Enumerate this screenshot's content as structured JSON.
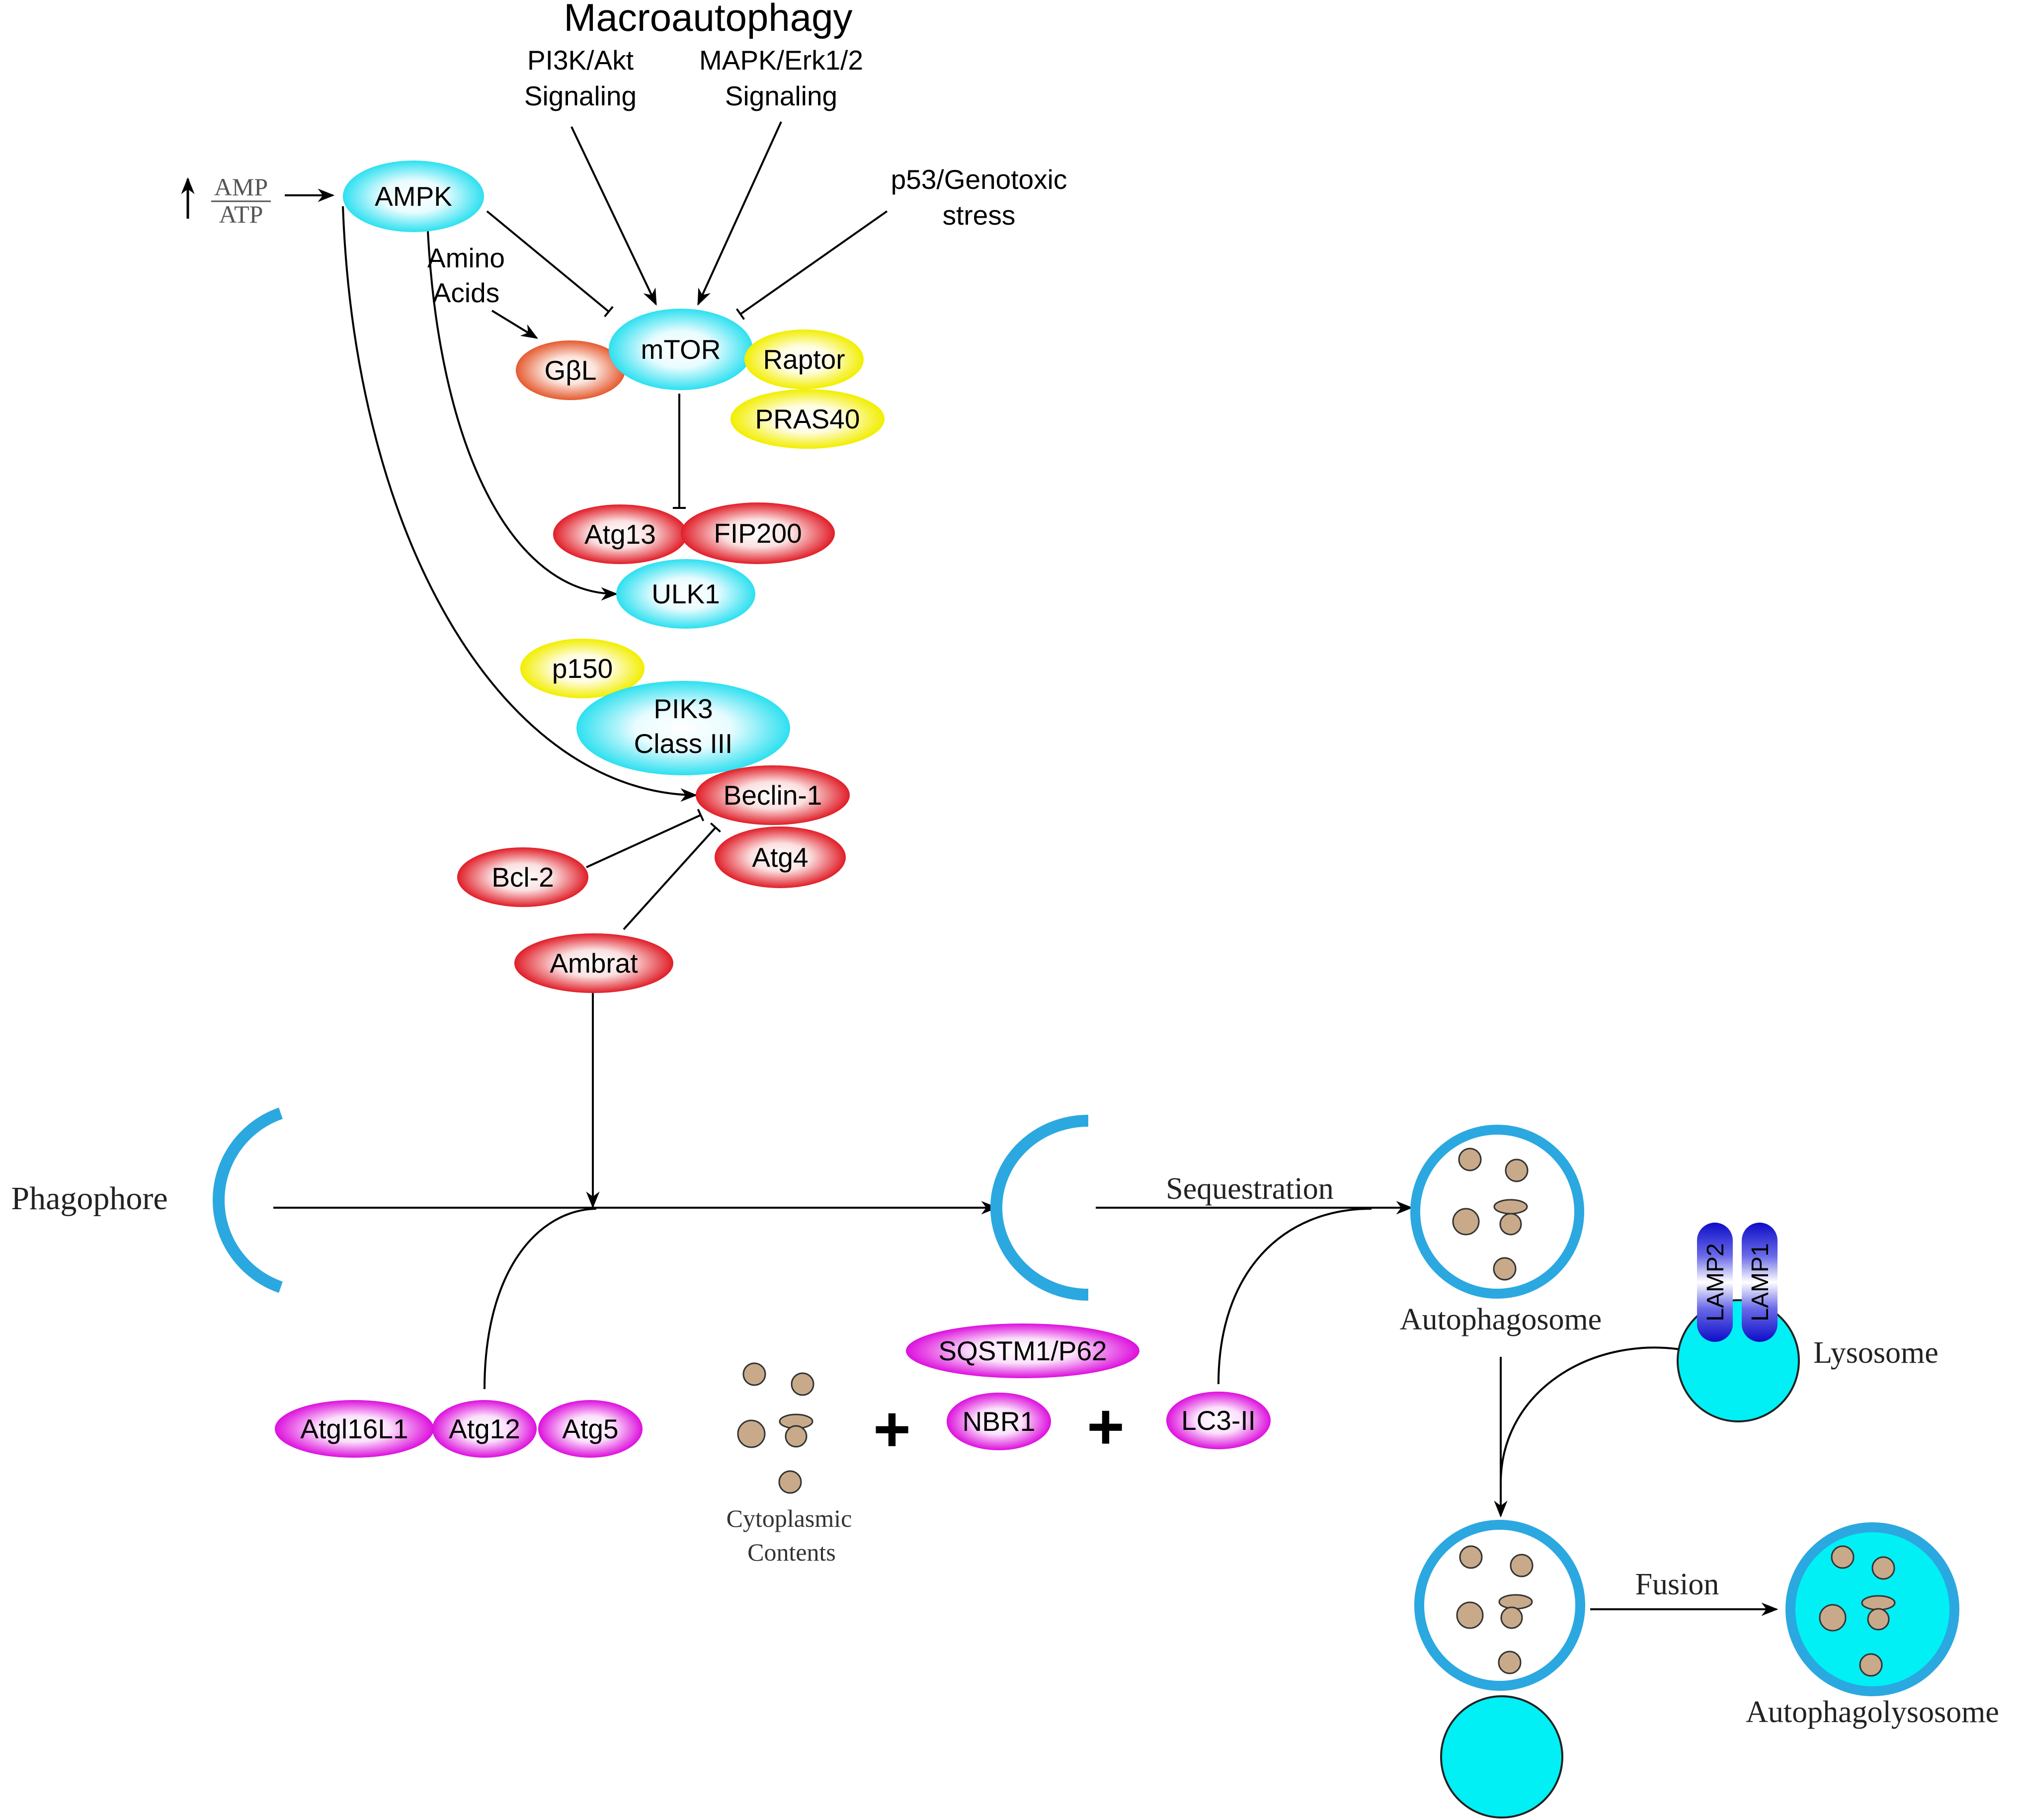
{
  "title": "Macroautophagy",
  "signals": {
    "pi3k_line1": "PI3K/Akt",
    "pi3k_line2": "Signaling",
    "mapk_line1": "MAPK/Erk1/2",
    "mapk_line2": "Signaling",
    "p53_line1": "p53/Genotoxic",
    "p53_line2": "stress",
    "amino_line1": "Amino",
    "amino_line2": "Acids",
    "amp": "AMP",
    "atp": "ATP",
    "up_arrow": "↑"
  },
  "nodes": {
    "ampk": "AMPK",
    "mtor": "mTOR",
    "gbl": "GβL",
    "raptor": "Raptor",
    "pras40": "PRAS40",
    "atg13": "Atg13",
    "fip200": "FIP200",
    "ulk1": "ULK1",
    "p150": "p150",
    "pik3_line1": "PIK3",
    "pik3_line2": "Class III",
    "beclin1": "Beclin-1",
    "atg4": "Atg4",
    "bcl2": "Bcl-2",
    "ambrat": "Ambrat",
    "atg16l1": "Atgl16L1",
    "atg12": "Atg12",
    "atg5": "Atg5",
    "sqstm1": "SQSTM1/P62",
    "nbr1": "NBR1",
    "lc3": "LC3-II",
    "lamp2": "LAMP2",
    "lamp1": "LAMP1"
  },
  "labels": {
    "phagophore": "Phagophore",
    "sequestration": "Sequestration",
    "autophagosome": "Autophagosome",
    "lysosome": "Lysosome",
    "cyto_line1": "Cytoplasmic",
    "cyto_line2": "Contents",
    "fusion": "Fusion",
    "autophagolysosome": "Autophagolysosome",
    "plus": "+"
  },
  "colors": {
    "cyan": "#00e5f0",
    "cyan_node": "#33ddee",
    "red": "#e8202a",
    "yellow": "#f5f000",
    "magenta": "#e020e0",
    "orange": "#e8603a",
    "membrane_blue": "#2ba8e0",
    "lamp_blue": "#1010d0",
    "particle": "#c8aa8a",
    "ink": "#000000"
  }
}
